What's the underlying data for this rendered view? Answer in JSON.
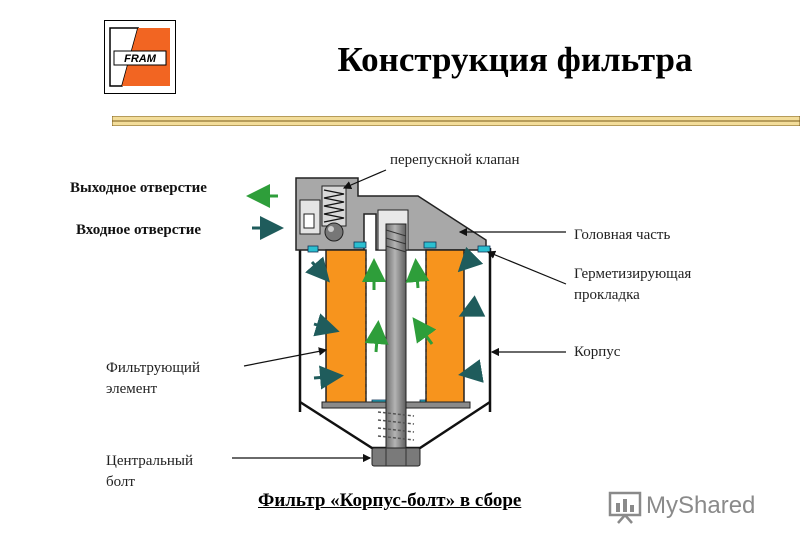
{
  "header": {
    "title": "Конструкция фильтра",
    "logo_text": "FRAM"
  },
  "labels": {
    "bypass_valve": "перепускной клапан",
    "outlet": "Выходное отверстие",
    "inlet": "Входное отверстие",
    "head": "Головная часть",
    "gasket_line1": "Герметизирующая",
    "gasket_line2": "прокладка",
    "housing": "Корпус",
    "element_line1": "Фильтрующий",
    "element_line2": "элемент",
    "bolt_line1": "Центральный",
    "bolt_line2": "болт"
  },
  "caption": "Фильтр «Корпус-болт» в сборе",
  "watermark": "MyShared",
  "colors": {
    "logo_orange": "#f26522",
    "element_orange": "#f7941d",
    "arrow_green": "#2e9e3a",
    "arrow_teal": "#1f5c5c",
    "metal_gray": "#9a9a9a",
    "rule_gold": "#d4a04a"
  }
}
